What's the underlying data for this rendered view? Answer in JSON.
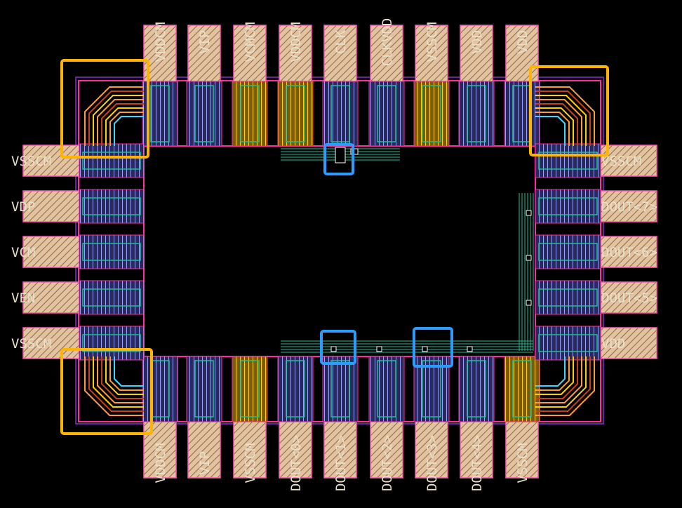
{
  "colors": {
    "background": "#000000",
    "pad_fill": "#e8c9a8",
    "pad_hatch": "#8a6a4a",
    "pad_border": "#ff5ab4",
    "ring_border": "#ff2da0",
    "highlight_orange": "#ffb400",
    "highlight_blue": "#2d9cff",
    "text": "#e8e0c8"
  },
  "pads": {
    "top": [
      "VDDCM",
      "VIP",
      "VCMCM",
      "VDDCM",
      "CLK",
      "CLKVDD",
      "VSSCM",
      "VDD",
      "VDD"
    ],
    "bottom": [
      "VDDCM",
      "VIP",
      "VSSCM",
      "DOUT<0>",
      "DOUT<1>",
      "DOUT<2>",
      "DOUT<3>",
      "DOUT<4>",
      "VSSCM"
    ],
    "left": [
      "VSSCM",
      "VDP",
      "VCM",
      "VEN",
      "VSSCM"
    ],
    "right": [
      "VSSCM",
      "DOUT<7>",
      "DOUT<6>",
      "DOUT<5>",
      "VDD"
    ]
  }
}
